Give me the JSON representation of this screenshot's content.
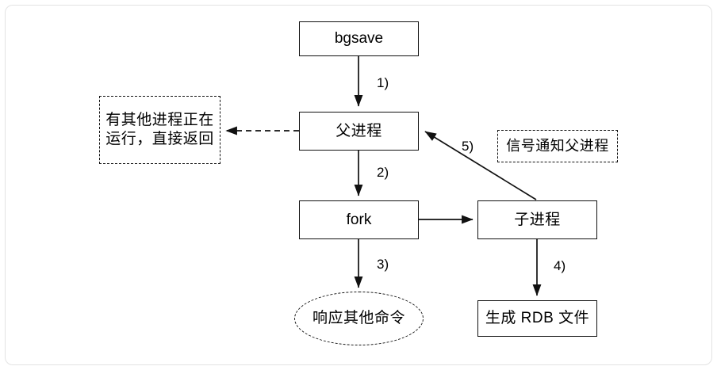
{
  "diagram": {
    "title": "bgsave flow",
    "colors": {
      "stroke": "#111111",
      "frame_border": "#e3e3e3",
      "background": "#ffffff",
      "text": "#000000"
    },
    "nodes": [
      {
        "id": "bgsave",
        "label": "bgsave",
        "shape": "rect",
        "script": "latin"
      },
      {
        "id": "parent",
        "label": "父进程",
        "shape": "rect",
        "script": "cjk"
      },
      {
        "id": "other-running",
        "label": "有其他进程正在\n运行，直接返回",
        "shape": "dashed-rect",
        "script": "cjk"
      },
      {
        "id": "signal-notify",
        "label": "信号通知父进程",
        "shape": "dashed-rect",
        "script": "cjk"
      },
      {
        "id": "fork",
        "label": "fork",
        "shape": "rect",
        "script": "latin"
      },
      {
        "id": "child",
        "label": "子进程",
        "shape": "rect",
        "script": "cjk"
      },
      {
        "id": "respond",
        "label": "响应其他命令",
        "shape": "dashed-ellipse",
        "script": "cjk"
      },
      {
        "id": "rdb",
        "label": "生成 RDB 文件",
        "shape": "rect",
        "script": "cjk"
      }
    ],
    "edges": [
      {
        "id": "e1",
        "from": "bgsave",
        "to": "parent",
        "label": "1)",
        "style": "solid"
      },
      {
        "id": "e2",
        "from": "parent",
        "to": "fork",
        "label": "2)",
        "style": "solid"
      },
      {
        "id": "e3",
        "from": "fork",
        "to": "respond",
        "label": "3)",
        "style": "solid"
      },
      {
        "id": "e4",
        "from": "child",
        "to": "rdb",
        "label": "4)",
        "style": "solid"
      },
      {
        "id": "e5",
        "from": "child",
        "to": "parent",
        "label": "5)",
        "style": "solid"
      },
      {
        "id": "e6",
        "from": "parent",
        "to": "other-running",
        "label": "",
        "style": "dashed"
      },
      {
        "id": "e7",
        "from": "fork",
        "to": "child",
        "label": "",
        "style": "solid"
      }
    ]
  }
}
